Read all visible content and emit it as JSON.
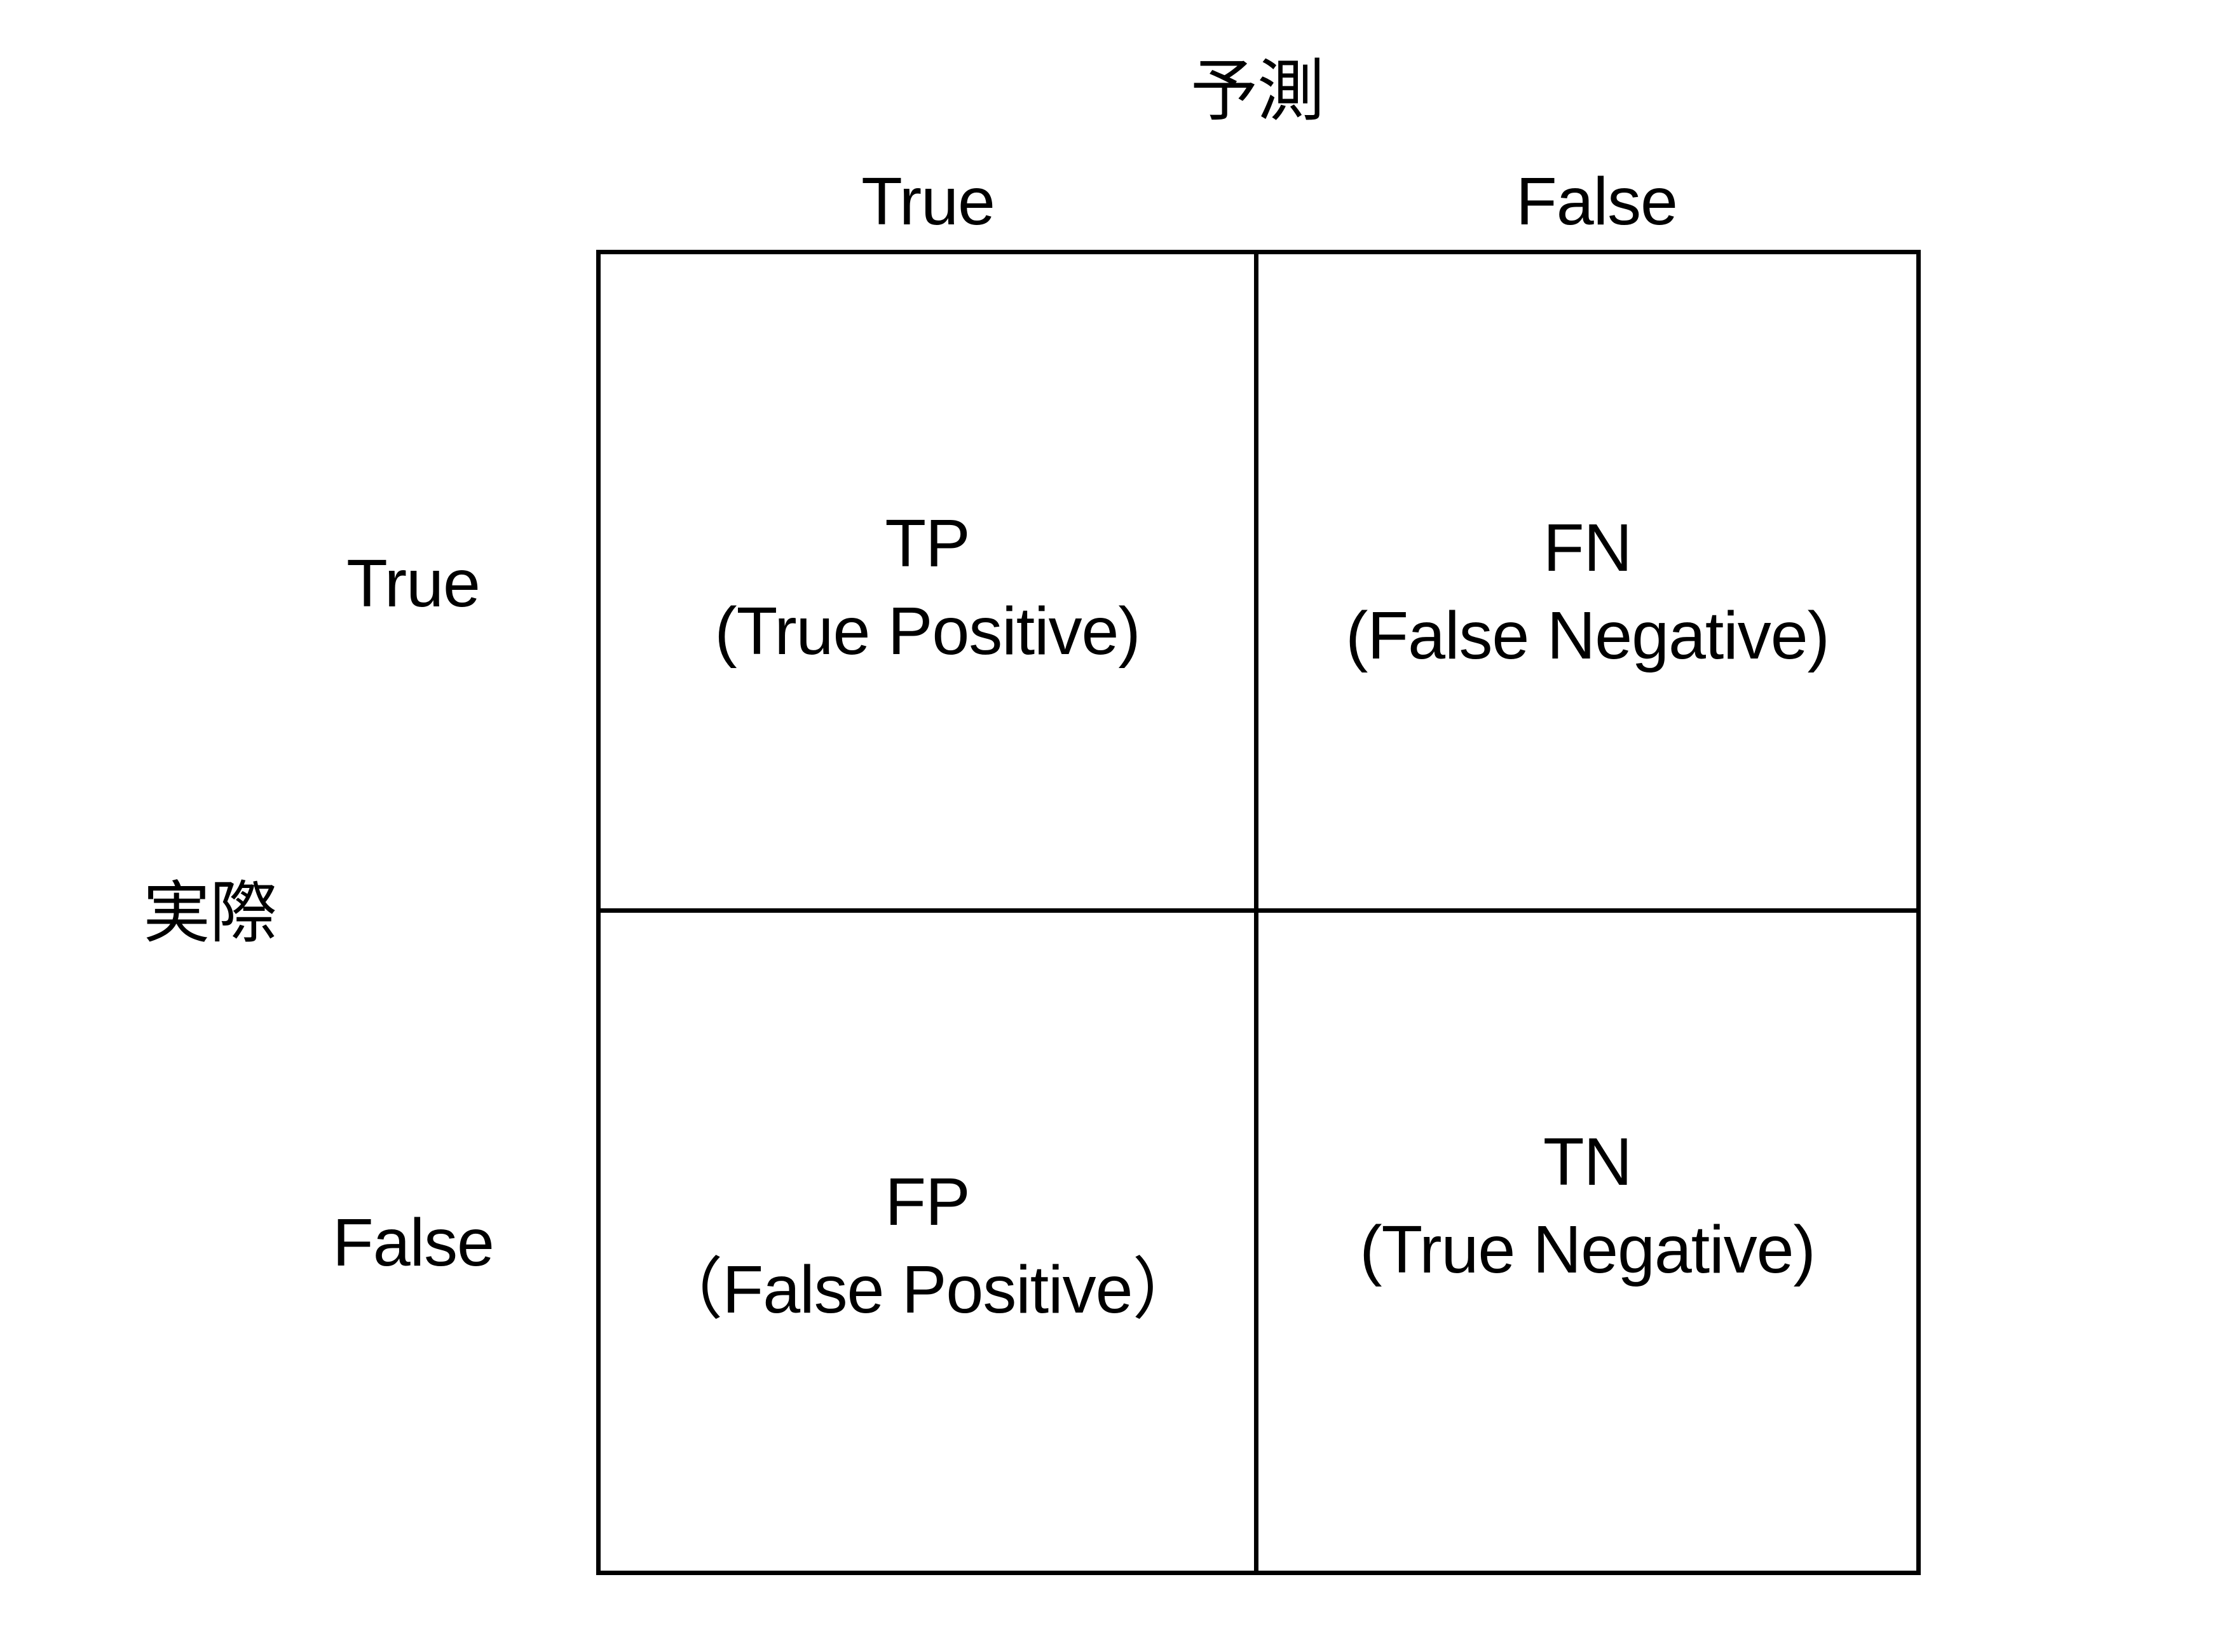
{
  "diagram": {
    "type": "confusion-matrix",
    "text_color": "#000000",
    "background_color": "#ffffff",
    "border_color": "#000000"
  },
  "axes": {
    "predicted": "予測",
    "actual": "実際"
  },
  "columns": [
    "True",
    "False"
  ],
  "rows": [
    "True",
    "False"
  ],
  "cells": [
    {
      "id": "tp",
      "abbr": "TP",
      "full": "(True Positive)"
    },
    {
      "id": "fn",
      "abbr": "FN",
      "full": "(False Negative)"
    },
    {
      "id": "fp",
      "abbr": "FP",
      "full": "（False Positive）"
    },
    {
      "id": "tn",
      "abbr": "TN",
      "full": "(True Negative)"
    }
  ]
}
